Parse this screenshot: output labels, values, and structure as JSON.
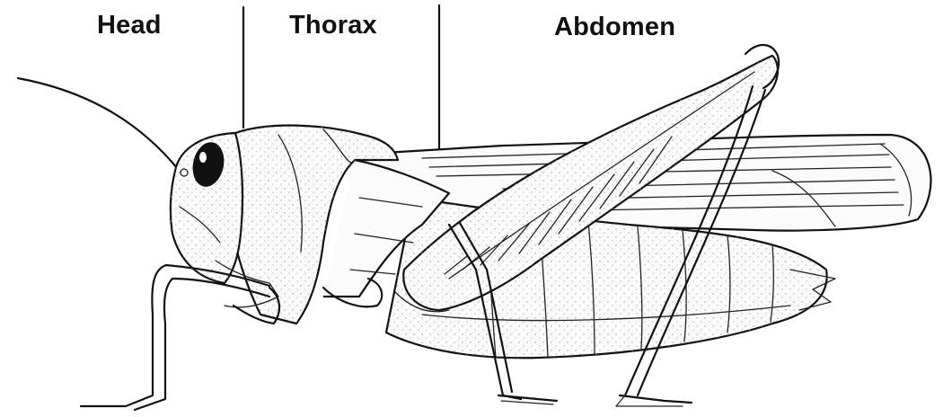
{
  "labels": {
    "head": "Head",
    "thorax": "Thorax",
    "abdomen": "Abdomen"
  },
  "colors": {
    "ink": "#111111",
    "background": "#ffffff",
    "stipple": "#9a9a9a"
  }
}
